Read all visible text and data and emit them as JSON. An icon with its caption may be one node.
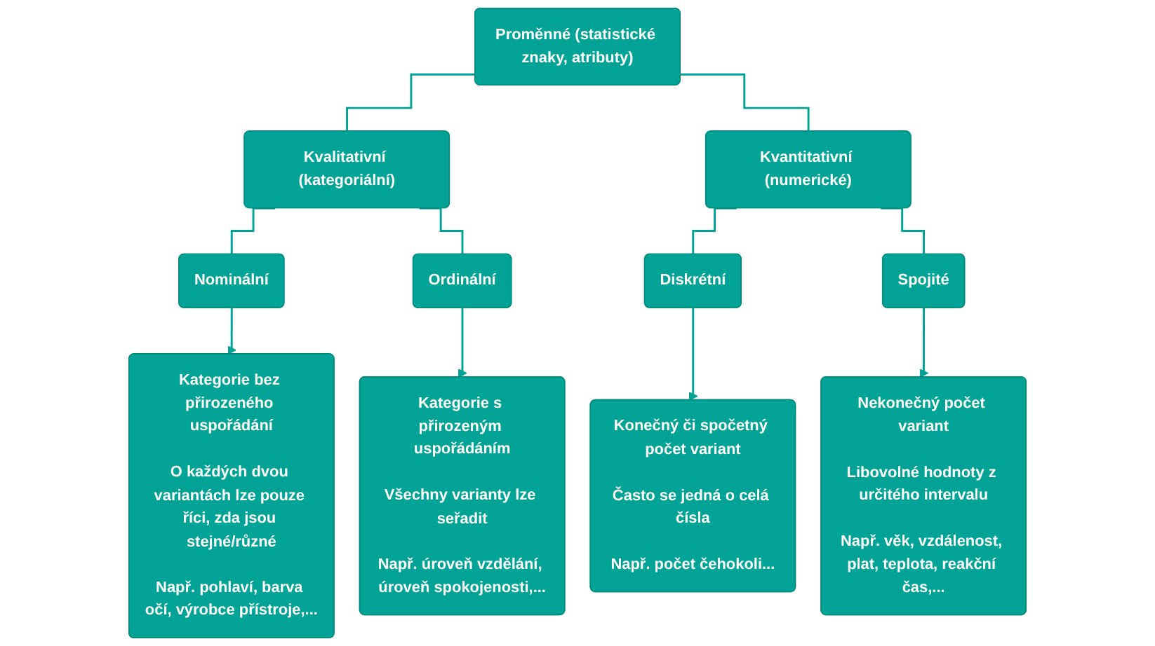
{
  "diagram": {
    "nodes": [
      {
        "text": [
          "Proměnné (statistické znaky, atributy)"
        ]
      },
      {
        "text": [
          "Kvalitativní (kategoriální)"
        ]
      },
      {
        "text": [
          "Kvantitativní (numerické)"
        ]
      },
      {
        "text": [
          "Nominální"
        ]
      },
      {
        "text": [
          "Ordinální"
        ]
      },
      {
        "text": [
          "Diskrétní"
        ]
      },
      {
        "text": [
          "Spojité"
        ]
      },
      {
        "text": [
          "Kategorie bez přirozeného uspořádání",
          "O každých dvou variantách lze pouze říci, zda jsou stejné/různé",
          "Např. pohlaví, barva očí, výrobce přístroje,..."
        ]
      },
      {
        "text": [
          "Kategorie s přirozeným uspořádáním",
          "Všechny varianty lze seřadit",
          "Např. úroveň vzdělání, úroveň spokojenosti,..."
        ]
      },
      {
        "text": [
          "Konečný či spočetný počet variant",
          "Často se jedná o celá čísla",
          "Např. počet čehokoli..."
        ]
      },
      {
        "text": [
          "Nekonečný počet variant",
          "Libovolné hodnoty z určitého intervalu",
          "Např. věk, vzdálenost, plat, teplota, reakční čas,..."
        ]
      }
    ],
    "edges": [
      {
        "from": 0,
        "to": 1,
        "arrow": "none"
      },
      {
        "from": 0,
        "to": 2,
        "arrow": "none"
      },
      {
        "from": 1,
        "to": 3,
        "arrow": "none"
      },
      {
        "from": 1,
        "to": 4,
        "arrow": "none"
      },
      {
        "from": 2,
        "to": 5,
        "arrow": "none"
      },
      {
        "from": 2,
        "to": 6,
        "arrow": "none"
      },
      {
        "from": 3,
        "to": 7,
        "arrow": "to"
      },
      {
        "from": 4,
        "to": 8,
        "arrow": "to"
      },
      {
        "from": 5,
        "to": 9,
        "arrow": "to"
      },
      {
        "from": 6,
        "to": 10,
        "arrow": "to"
      }
    ]
  }
}
